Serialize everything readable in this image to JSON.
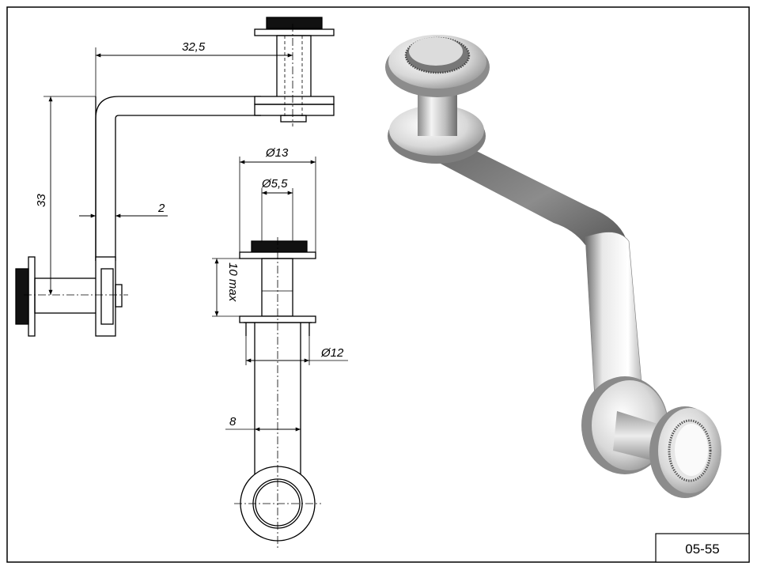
{
  "drawing": {
    "code": "05-55",
    "dimensions": {
      "arm_length": "32,5",
      "arm_height": "33",
      "thickness": "2",
      "outer_diameter": "Ø13",
      "hole_diameter": "Ø5,5",
      "glass_thickness": "10 max",
      "shaft_diameter": "Ø12",
      "arm_width": "8"
    }
  }
}
